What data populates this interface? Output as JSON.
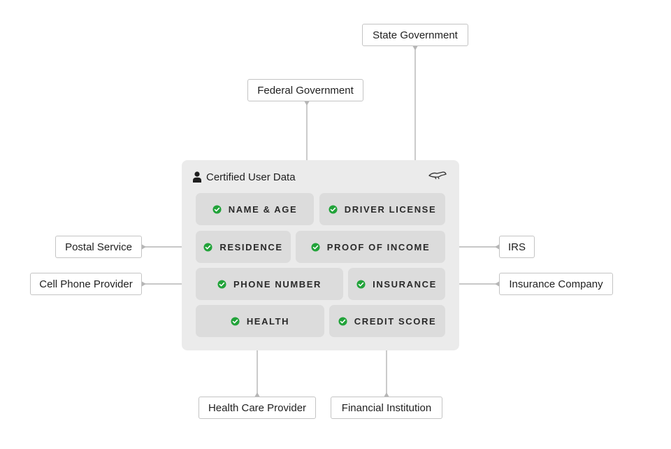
{
  "card": {
    "title": "Certified User Data",
    "icons": {
      "user": "person-icon",
      "brand": "bird-logo-icon",
      "check": "check-circle-icon"
    },
    "check_color": "#22a33a",
    "items": [
      {
        "id": "name-age",
        "label": "NAME & AGE"
      },
      {
        "id": "driver-license",
        "label": "DRIVER LICENSE"
      },
      {
        "id": "residence",
        "label": "RESIDENCE"
      },
      {
        "id": "proof-of-income",
        "label": "PROOF OF INCOME"
      },
      {
        "id": "phone-number",
        "label": "PHONE NUMBER"
      },
      {
        "id": "insurance",
        "label": "INSURANCE"
      },
      {
        "id": "health",
        "label": "HEALTH"
      },
      {
        "id": "credit-score",
        "label": "CREDIT SCORE"
      }
    ]
  },
  "sources": [
    {
      "id": "state-government",
      "label": "State Government",
      "connects_to": "driver-license"
    },
    {
      "id": "federal-government",
      "label": "Federal Government",
      "connects_to": "name-age"
    },
    {
      "id": "postal-service",
      "label": "Postal Service",
      "connects_to": "residence"
    },
    {
      "id": "irs",
      "label": "IRS",
      "connects_to": "proof-of-income"
    },
    {
      "id": "cell-phone-provider",
      "label": "Cell Phone Provider",
      "connects_to": "phone-number"
    },
    {
      "id": "insurance-company",
      "label": "Insurance Company",
      "connects_to": "insurance"
    },
    {
      "id": "health-care-provider",
      "label": "Health Care Provider",
      "connects_to": "health"
    },
    {
      "id": "financial-institution",
      "label": "Financial Institution",
      "connects_to": "credit-score"
    }
  ]
}
